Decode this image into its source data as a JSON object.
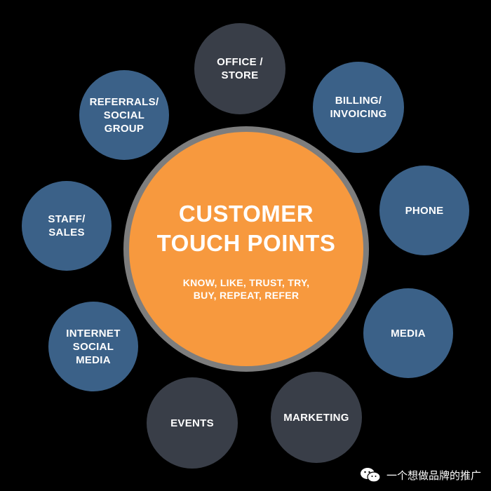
{
  "center": {
    "title": "CUSTOMER\nTOUCH POINTS",
    "subtitle": "KNOW, LIKE, TRUST, TRY,\nBUY, REPEAT, REFER"
  },
  "nodes": [
    {
      "label": "OFFICE /\nSTORE",
      "color": "#393e48"
    },
    {
      "label": "BILLING/\nINVOICING",
      "color": "#3b6188"
    },
    {
      "label": "PHONE",
      "color": "#3b6188"
    },
    {
      "label": "MEDIA",
      "color": "#3b6188"
    },
    {
      "label": "MARKETING",
      "color": "#393e48"
    },
    {
      "label": "EVENTS",
      "color": "#393e48"
    },
    {
      "label": "INTERNET\nSOCIAL\nMEDIA",
      "color": "#3b6188"
    },
    {
      "label": "STAFF/\nSALES",
      "color": "#3b6188"
    },
    {
      "label": "REFERRALS/\nSOCIAL\nGROUP",
      "color": "#3b6188"
    }
  ],
  "watermark": {
    "text": "一个想做品牌的推广",
    "icon": "wechat-icon"
  },
  "colors": {
    "background": "#000000",
    "center_fill": "#f7993e",
    "center_ring": "#7d7d7d",
    "blue_node": "#3b6188",
    "dark_node": "#393e48"
  }
}
